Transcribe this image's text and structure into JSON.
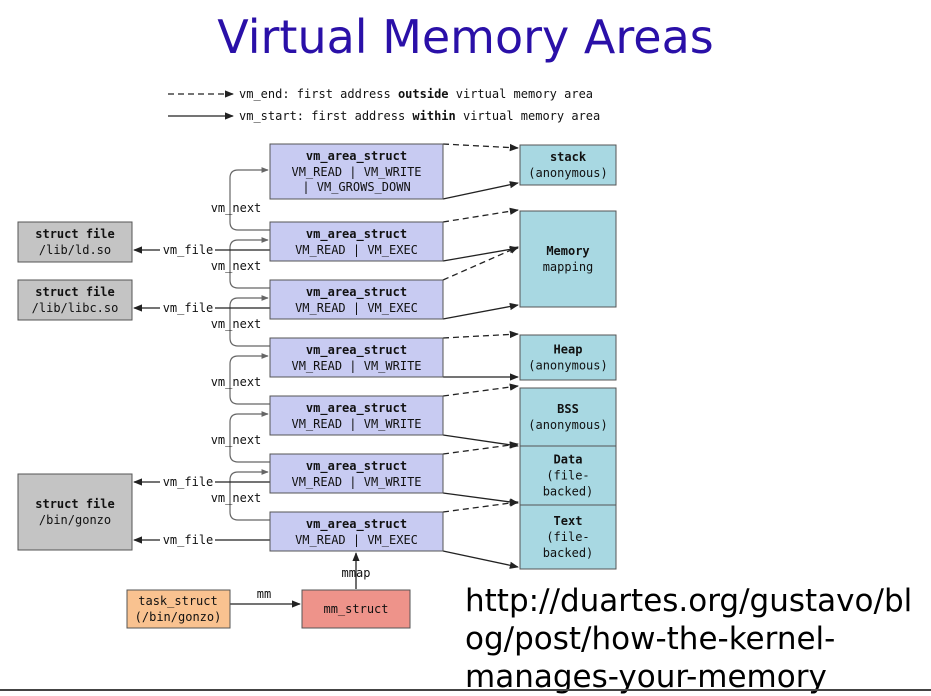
{
  "title": "Virtual Memory Areas",
  "legend": {
    "dashed": {
      "pre": "vm_end: first address ",
      "bold": "outside",
      "post": " virtual memory area"
    },
    "solid": {
      "pre": "vm_start: first address ",
      "bold": "within",
      "post": " virtual memory area"
    }
  },
  "vmas": [
    {
      "title": "vm_area_struct",
      "lines": [
        "VM_READ | VM_WRITE",
        "| VM_GROWS_DOWN"
      ]
    },
    {
      "title": "vm_area_struct",
      "lines": [
        "VM_READ | VM_EXEC"
      ]
    },
    {
      "title": "vm_area_struct",
      "lines": [
        "VM_READ | VM_EXEC"
      ]
    },
    {
      "title": "vm_area_struct",
      "lines": [
        "VM_READ | VM_WRITE"
      ]
    },
    {
      "title": "vm_area_struct",
      "lines": [
        "VM_READ | VM_WRITE"
      ]
    },
    {
      "title": "vm_area_struct",
      "lines": [
        "VM_READ | VM_WRITE"
      ]
    },
    {
      "title": "vm_area_struct",
      "lines": [
        "VM_READ | VM_EXEC"
      ]
    }
  ],
  "vm_next_label": "vm_next",
  "vm_file_label": "vm_file",
  "files": [
    {
      "title": "struct file",
      "path": "/lib/ld.so"
    },
    {
      "title": "struct file",
      "path": "/lib/libc.so"
    },
    {
      "title": "struct file",
      "path": "/bin/gonzo"
    }
  ],
  "regions": [
    {
      "name": "stack",
      "lines": [
        "(anonymous)"
      ]
    },
    {
      "name": "Memory",
      "lines": [
        "mapping"
      ]
    },
    {
      "name": "Heap",
      "lines": [
        "(anonymous)"
      ]
    },
    {
      "name": "BSS",
      "lines": [
        "(anonymous)"
      ]
    },
    {
      "name": "Data",
      "lines": [
        "(file-",
        "backed)"
      ]
    },
    {
      "name": "Text",
      "lines": [
        "(file-",
        "backed)"
      ]
    }
  ],
  "task_struct": {
    "title": "task_struct",
    "sub": "(/bin/gonzo)"
  },
  "mm_label": "mm",
  "mm_struct": "mm_struct",
  "mmap_label": "mmap",
  "url_lines": [
    "http://duartes.org/gustavo/bl",
    "og/post/how-the-kernel-",
    "manages-your-memory"
  ],
  "colors": {
    "title": "#2a10a8",
    "vma_fill": "#c8cbf2",
    "region_fill": "#a8d8e2",
    "file_fill": "#c4c4c4",
    "task_fill": "#f9c290",
    "mm_fill": "#ee938a"
  }
}
